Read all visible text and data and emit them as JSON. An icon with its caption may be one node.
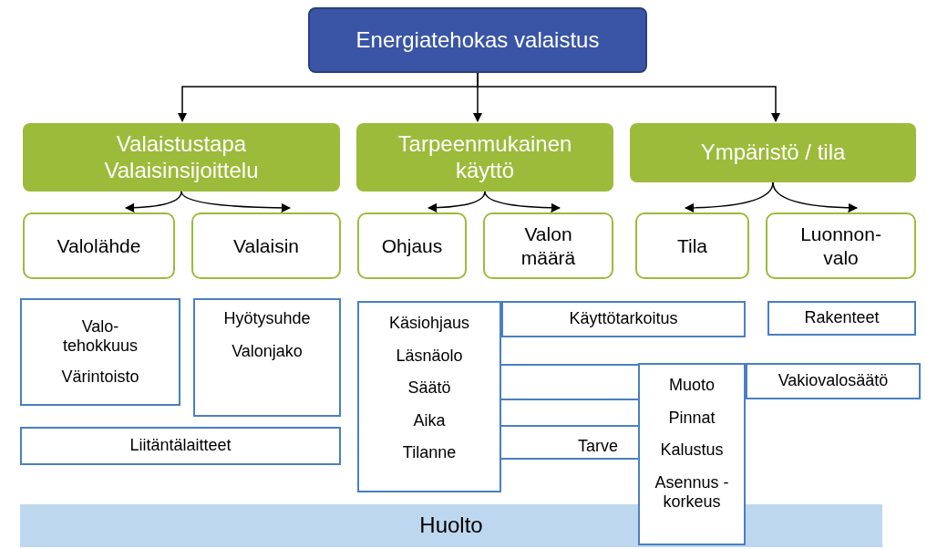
{
  "diagram": {
    "nodes": [
      {
        "text": [
          "Energiatehokas valaistus"
        ]
      },
      {
        "text": [
          "Valaistustapa Valaisinsijoittelu"
        ]
      },
      {
        "text": [
          "Tarpeenmukainen käyttö"
        ]
      },
      {
        "text": [
          "Ympäristö / tila"
        ]
      },
      {
        "text": [
          "Valolähde"
        ]
      },
      {
        "text": [
          "Valaisin"
        ]
      },
      {
        "text": [
          "Ohjaus"
        ]
      },
      {
        "text": [
          "Valon määrä"
        ]
      },
      {
        "text": [
          "Tila"
        ]
      },
      {
        "text": [
          "Luonnon- valo"
        ]
      },
      {
        "text": [
          "Valo- tehokkuus",
          "Värintoisto"
        ]
      },
      {
        "text": [
          "Hyötysuhde",
          "Valonjako"
        ]
      },
      {
        "text": [
          "Liitäntälaitteet"
        ]
      },
      {
        "text": [
          "Käsiohjaus",
          "Läsnäolo",
          "Säätö",
          "Aika",
          "Tilanne"
        ]
      },
      {
        "text": [
          "Käyttötarkoitus"
        ]
      },
      {
        "text": [
          "Muoto",
          "Pinnat",
          "Kalustus",
          "Asennus -korkeus"
        ]
      },
      {
        "text": [
          "Vakiovalosäätö"
        ]
      },
      {
        "text": [
          "Rakenteet"
        ]
      },
      {
        "text": [
          "Huolto"
        ]
      }
    ],
    "edges": [
      {
        "from": 0,
        "to": 1,
        "arrow": "to"
      },
      {
        "from": 0,
        "to": 2,
        "arrow": "to"
      },
      {
        "from": 0,
        "to": 3,
        "arrow": "to"
      },
      {
        "from": 1,
        "to": 4,
        "arrow": "to"
      },
      {
        "from": 1,
        "to": 5,
        "arrow": "to"
      },
      {
        "from": 2,
        "to": 6,
        "arrow": "to"
      },
      {
        "from": 2,
        "to": 7,
        "arrow": "to"
      },
      {
        "from": 3,
        "to": 8,
        "arrow": "to"
      },
      {
        "from": 3,
        "to": 9,
        "arrow": "to"
      },
      {
        "from": 13,
        "to": 15,
        "arrow": "none",
        "color": "#4a7ec2"
      },
      {
        "from": 13,
        "to": 15,
        "arrow": "none",
        "color": "#4a7ec2"
      },
      {
        "from": 13,
        "to": 15,
        "arrow": "none",
        "color": "#4a7ec2"
      },
      {
        "from": 13,
        "to": 15,
        "arrow": "none",
        "color": "#4a7ec2"
      }
    ],
    "labels": [
      "Tarve"
    ]
  }
}
